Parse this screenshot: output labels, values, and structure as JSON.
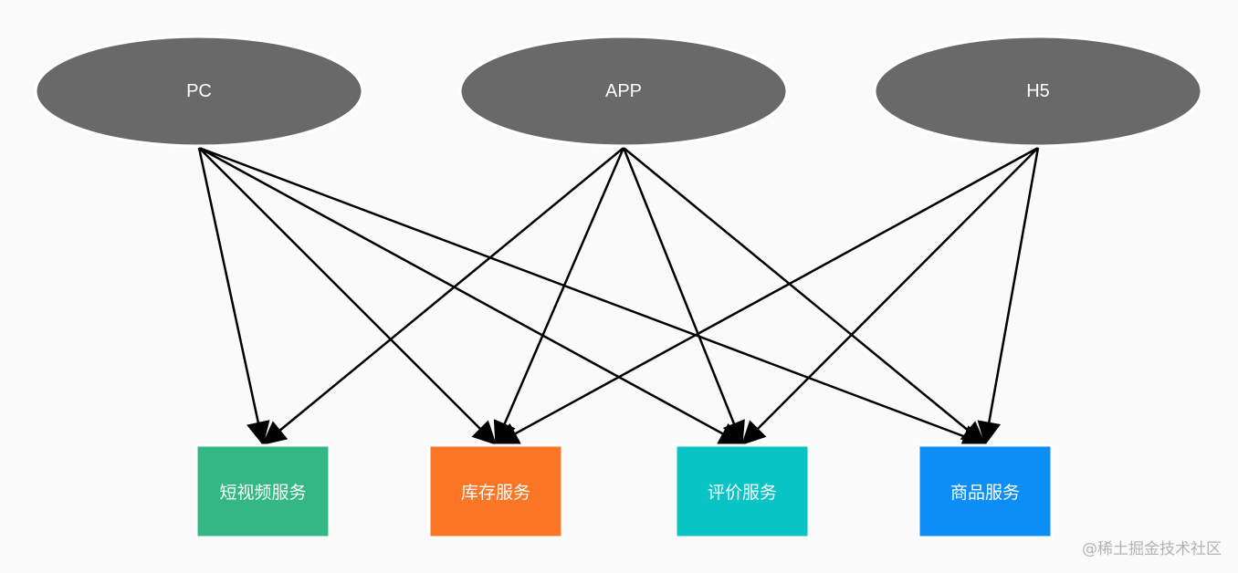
{
  "clients": [
    {
      "id": "pc",
      "label": "PC"
    },
    {
      "id": "app",
      "label": "APP"
    },
    {
      "id": "h5",
      "label": "H5"
    }
  ],
  "services": [
    {
      "id": "short-video",
      "label": "短视频服务",
      "color": "#33b883"
    },
    {
      "id": "inventory",
      "label": "库存服务",
      "color": "#fb7625"
    },
    {
      "id": "review",
      "label": "评价服务",
      "color": "#08c4c4"
    },
    {
      "id": "product",
      "label": "商品服务",
      "color": "#0c8ef6"
    }
  ],
  "edges": [
    {
      "from": "pc",
      "to": "short-video"
    },
    {
      "from": "pc",
      "to": "inventory"
    },
    {
      "from": "pc",
      "to": "review"
    },
    {
      "from": "pc",
      "to": "product"
    },
    {
      "from": "app",
      "to": "short-video"
    },
    {
      "from": "app",
      "to": "inventory"
    },
    {
      "from": "app",
      "to": "review"
    },
    {
      "from": "app",
      "to": "product"
    },
    {
      "from": "h5",
      "to": "inventory"
    },
    {
      "from": "h5",
      "to": "review"
    },
    {
      "from": "h5",
      "to": "product"
    }
  ],
  "colors": {
    "client_fill": "#696969",
    "edge": "#000000"
  },
  "watermark": "@稀土掘金技术社区"
}
